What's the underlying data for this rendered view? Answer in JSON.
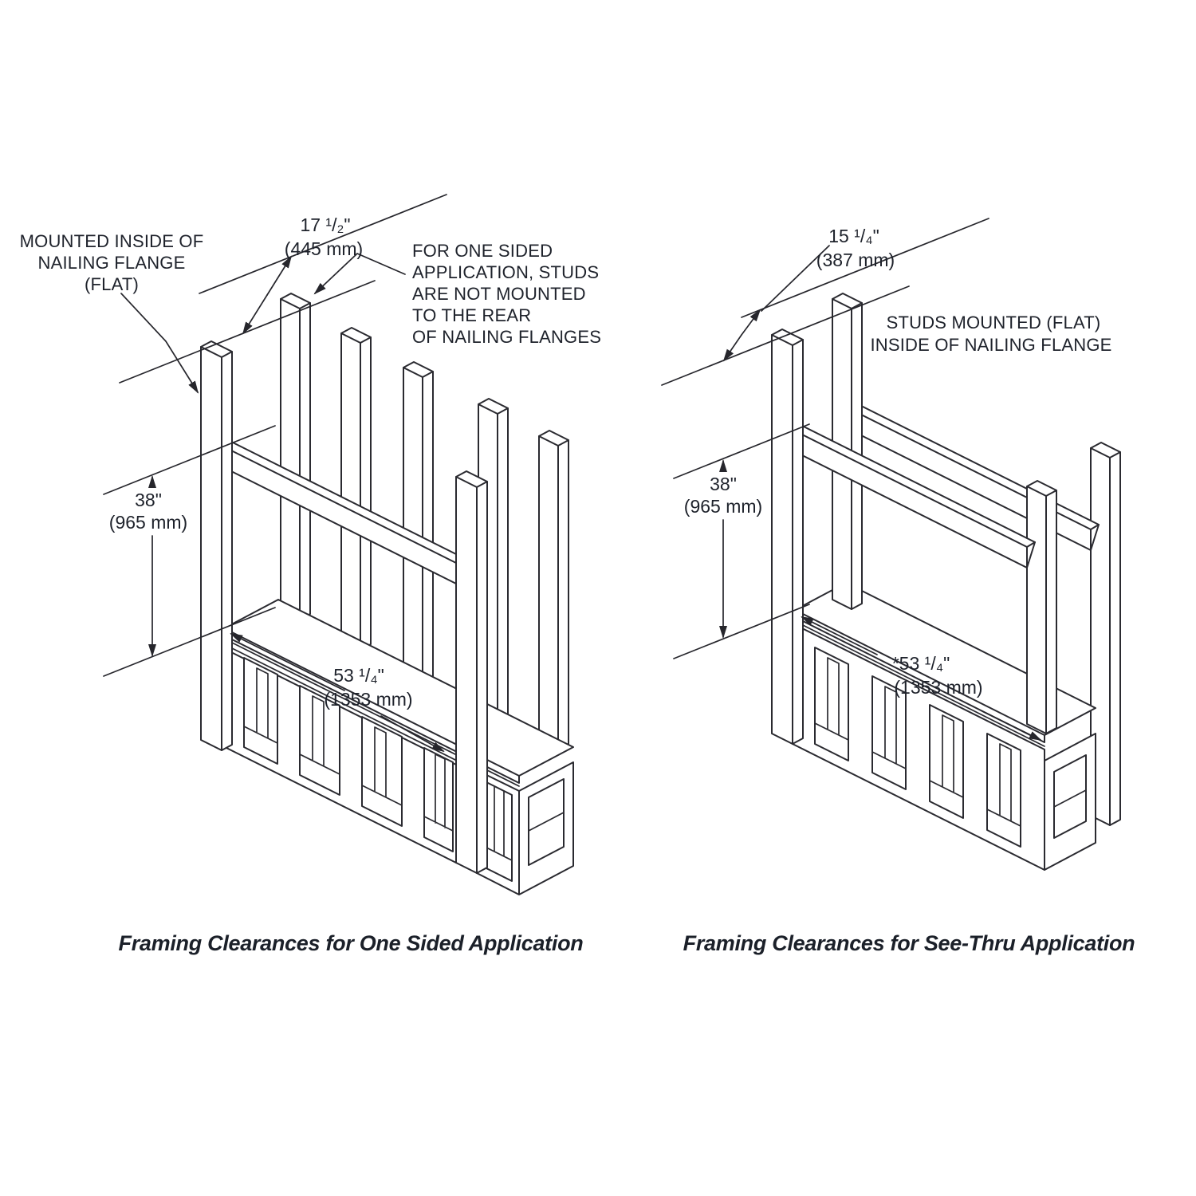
{
  "page": {
    "background": "#ffffff",
    "line_color": "#2a2a30",
    "text_color": "#1e222b"
  },
  "left_diagram": {
    "caption": "Framing Clearances for One Sided Application",
    "label_mounted": [
      "MOUNTED INSIDE OF",
      "NAILING FLANGE",
      "(FLAT)"
    ],
    "label_one_sided": [
      "FOR ONE SIDED",
      "APPLICATION, STUDS",
      "ARE NOT MOUNTED",
      "TO THE REAR",
      "OF NAILING FLANGES"
    ],
    "dim_depth": [
      "17 ¹/₂\"",
      "(445 mm)"
    ],
    "dim_height": [
      "38\"",
      "(965 mm)"
    ],
    "dim_width": [
      "53 ¹/₄\"",
      "(1353 mm)"
    ]
  },
  "right_diagram": {
    "caption": "Framing Clearances for See-Thru Application",
    "label_studs": [
      "STUDS MOUNTED (FLAT)",
      "INSIDE OF NAILING FLANGE"
    ],
    "dim_depth": [
      "15 ¹/₄\"",
      "(387 mm)"
    ],
    "dim_height": [
      "38\"",
      "(965 mm)"
    ],
    "dim_width": [
      "*53 ¹/₄\"",
      "(1353 mm)"
    ]
  }
}
